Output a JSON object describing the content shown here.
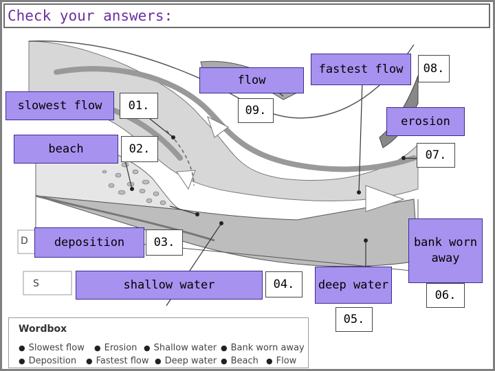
{
  "title": "Check your answers:",
  "diagram": {
    "side_letters": [
      "D",
      "S"
    ],
    "labels": {
      "flow": "flow",
      "fastest_flow": "fastest flow",
      "slowest_flow": "slowest flow",
      "beach": "beach",
      "erosion": "erosion",
      "deposition": "deposition",
      "shallow_water": "shallow water",
      "deep_water": "deep water",
      "bank_worn_away": "bank worn away"
    },
    "answers": [
      "01.",
      "02.",
      "03.",
      "04.",
      "05.",
      "06.",
      "07.",
      "08.",
      "09."
    ]
  },
  "wordbox": {
    "title": "Wordbox",
    "items": [
      "Slowest flow",
      "Erosion",
      "Shallow water",
      "Bank worn away",
      "Deposition",
      "Fastest flow",
      "Deep water",
      "Beach",
      "Flow"
    ]
  }
}
